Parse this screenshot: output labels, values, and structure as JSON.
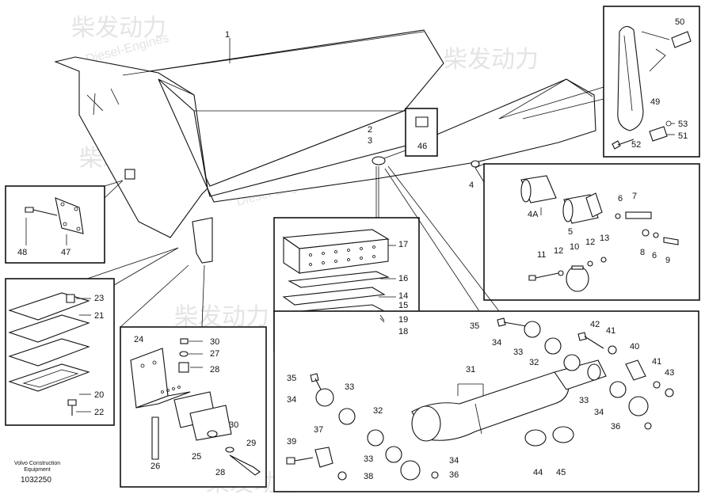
{
  "watermark": {
    "cn": "柴发动力",
    "en": "Diesel-Engines"
  },
  "footer": {
    "line1": "Volvo Construction",
    "line2": "Equipment",
    "number": "1032250"
  },
  "labels": {
    "l1": "1",
    "l2": "2",
    "l3": "3",
    "l4": "4",
    "l4a": "4A",
    "l5": "5",
    "l6a": "6",
    "l6b": "6",
    "l7": "7",
    "l8": "8",
    "l9": "9",
    "l11": "11",
    "l12a": "12",
    "l12b": "12",
    "l10": "10",
    "l13": "13",
    "l16": "16",
    "l17": "17",
    "l14": "14",
    "l15": "15",
    "l19": "19",
    "l18": "18",
    "l46": "46",
    "l48": "48",
    "l47": "47",
    "l23": "23",
    "l21": "21",
    "l20": "20",
    "l22": "22",
    "l24": "24",
    "l30a": "30",
    "l27": "27",
    "l28a": "28",
    "l26": "26",
    "l25": "25",
    "l28b": "28",
    "l30b": "30",
    "l29": "29",
    "l50": "50",
    "l49": "49",
    "l53": "53",
    "l51": "51",
    "l52": "52",
    "l35a": "35",
    "l34a": "34",
    "l33a": "33",
    "l32a": "32",
    "l42": "42",
    "l41a": "41",
    "l40": "40",
    "l41b": "41",
    "l43": "43",
    "l31": "31",
    "l35b": "35",
    "l34b": "34",
    "l33b": "33",
    "l32b": "32",
    "l33c": "33",
    "l34c": "34",
    "l36a": "36",
    "l39": "39",
    "l37": "37",
    "l33d": "33",
    "l34d": "34",
    "l36b": "36",
    "l38": "38",
    "l44": "44",
    "l45": "45"
  }
}
